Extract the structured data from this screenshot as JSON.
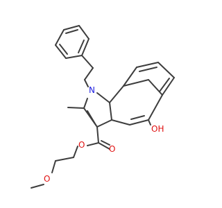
{
  "molecule": {
    "atoms": {
      "ring_n": {
        "element": "N",
        "label": "N",
        "color": "#2020e0"
      },
      "ester_o_link": {
        "element": "O",
        "label": "O",
        "color": "#e01010"
      },
      "ester_o_carbonyl": {
        "element": "O",
        "label": "O",
        "color": "#e01010"
      },
      "ether_o": {
        "element": "O",
        "label": "O",
        "color": "#e01010"
      },
      "hydroxyl": {
        "element": "O",
        "label": "OH",
        "color": "#e01010"
      }
    },
    "bond_color": "#3d3d3d",
    "background": "#ffffff"
  }
}
